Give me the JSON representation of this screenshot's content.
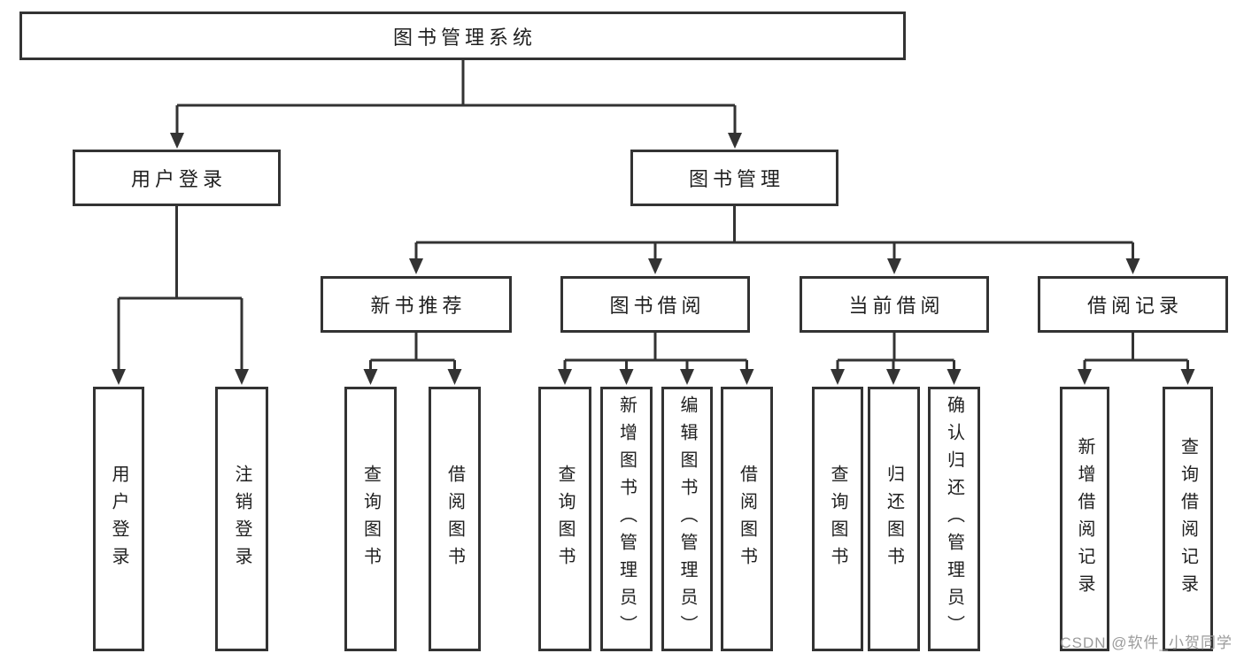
{
  "diagram": {
    "root": {
      "label": "图书管理系统"
    },
    "level2": [
      {
        "label": "用户登录",
        "children": [
          {
            "label": "用户登录"
          },
          {
            "label": "注销登录"
          }
        ]
      },
      {
        "label": "图书管理",
        "children": [
          {
            "label": "新书推荐",
            "children": [
              {
                "label": "查询图书"
              },
              {
                "label": "借阅图书"
              }
            ]
          },
          {
            "label": "图书借阅",
            "children": [
              {
                "label": "查询图书"
              },
              {
                "label": "新增图书（管理员）"
              },
              {
                "label": "编辑图书（管理员）"
              },
              {
                "label": "借阅图书"
              }
            ]
          },
          {
            "label": "当前借阅",
            "children": [
              {
                "label": "查询图书"
              },
              {
                "label": "归还图书"
              },
              {
                "label": "确认归还（管理员）"
              }
            ]
          },
          {
            "label": "借阅记录",
            "children": [
              {
                "label": "新增借阅记录"
              },
              {
                "label": "查询借阅记录"
              }
            ]
          }
        ]
      }
    ]
  },
  "watermark": {
    "text": "CSDN @软件_小贺同学"
  },
  "colors": {
    "line": "#333333",
    "box_fill": "#ffffff",
    "text": "#1f1f1f",
    "watermark": "#9b9b9b"
  }
}
